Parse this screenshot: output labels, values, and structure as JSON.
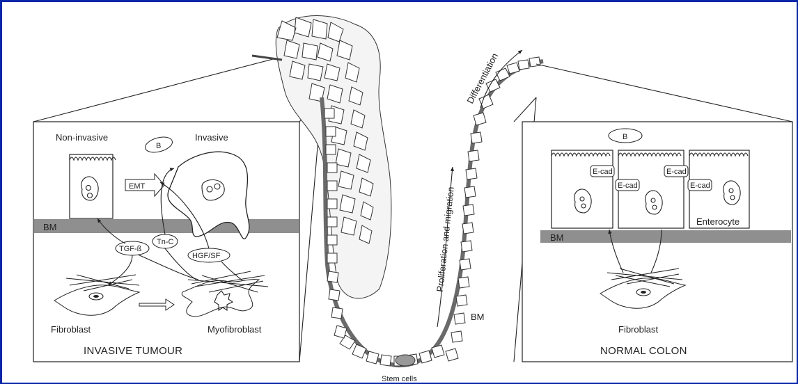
{
  "left_panel": {
    "title": "INVASIVE TUMOUR",
    "non_invasive": "Non-invasive",
    "invasive": "Invasive",
    "b_label": "B",
    "emt": "EMT",
    "bm": "BM",
    "tgf": "TGF-ß",
    "tnc": "Tn-C",
    "hgf": "HGF/SF",
    "fibroblast": "Fibroblast",
    "myofibroblast": "Myofibroblast"
  },
  "center": {
    "differentiation": "Differentiation",
    "proliferation": "Proliferation and migration",
    "bm": "BM",
    "stem_cells": "Stem cells"
  },
  "right_panel": {
    "title": "NORMAL COLON",
    "b_label": "B",
    "ecad": "E-cad",
    "enterocyte": "Enterocyte",
    "bm": "BM",
    "fibroblast": "Fibroblast"
  },
  "colors": {
    "frame_border": "#0a26a8",
    "bm_band": "#8f8f8f",
    "crypt_wall": "#6a6a6a"
  }
}
